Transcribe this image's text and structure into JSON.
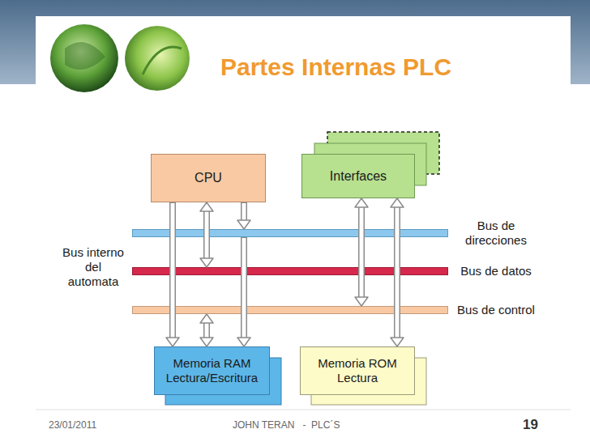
{
  "diagram": {
    "title": "Partes Internas PLC",
    "nodes": [
      {
        "text": [
          "CPU"
        ]
      },
      {
        "text": [
          "Interfaces"
        ]
      },
      {
        "text": [
          "Bus de direcciones"
        ]
      },
      {
        "text": [
          "Bus de datos"
        ]
      },
      {
        "text": [
          "Bus de control"
        ]
      },
      {
        "text": [
          "Memoria RAM Lectura/Escritura"
        ]
      },
      {
        "text": [
          "Memoria ROM Lectura"
        ]
      }
    ],
    "edges": [
      {
        "from": 0,
        "to": 5,
        "arrow": "to"
      },
      {
        "from": 0,
        "to": 3,
        "arrow": "both"
      },
      {
        "from": 0,
        "to": 2,
        "arrow": "to"
      },
      {
        "from": 2,
        "to": 5,
        "arrow": "to"
      },
      {
        "from": 4,
        "to": 5,
        "arrow": "both"
      },
      {
        "from": 1,
        "to": 4,
        "arrow": "both"
      },
      {
        "from": 1,
        "to": 6,
        "arrow": "both"
      }
    ],
    "labels": [
      "Bus interno del automata",
      "23/01/2011",
      "JOHN TERAN   -  PLC´S",
      "19"
    ]
  }
}
